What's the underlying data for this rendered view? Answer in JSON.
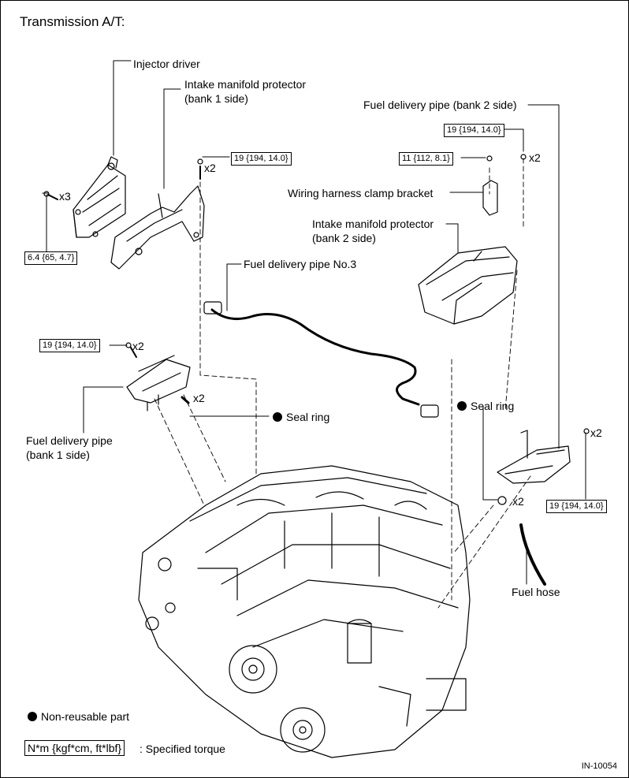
{
  "title": "Transmission A/T:",
  "labels": {
    "injector_driver": "Injector driver",
    "imp_bank1_l1": "Intake manifold protector",
    "imp_bank1_l2": "(bank 1 side)",
    "fdp_bank2": "Fuel delivery pipe (bank 2 side)",
    "wiring_bracket": "Wiring harness clamp bracket",
    "imp_bank2_l1": "Intake manifold protector",
    "imp_bank2_l2": "(bank 2 side)",
    "fdp_no3": "Fuel delivery pipe No.3",
    "fdp_bank1_l1": "Fuel delivery pipe",
    "fdp_bank1_l2": "(bank 1 side)",
    "seal_ring_left": "Seal ring",
    "seal_ring_right": "Seal ring",
    "fuel_hose": "Fuel hose"
  },
  "torques": {
    "imp_bank1": "19 {194, 14.0}",
    "injector_driver": "6.4 {65, 4.7}",
    "bank2_top": "19 {194, 14.0}",
    "bracket": "11 {112, 8.1}",
    "fdp_bank1": "19 {194, 14.0}",
    "fdp_bank2_bottom": "19 {194, 14.0}"
  },
  "quantities": {
    "injector_bolts": "x3",
    "imp_bank1_bolts": "x2",
    "bank2_bolts": "x2",
    "fdp_bank1_bolts": "x2",
    "seal_left_qty": "x2",
    "seal_right_qty": "x2",
    "fdp_bank2_bolts": "x2"
  },
  "legend": {
    "nonreusable": "Non-reusable part",
    "torque_box": "N*m {kgf*cm, ft*lbf}",
    "torque_desc": ": Specified torque"
  },
  "doc_code": "IN-10054"
}
